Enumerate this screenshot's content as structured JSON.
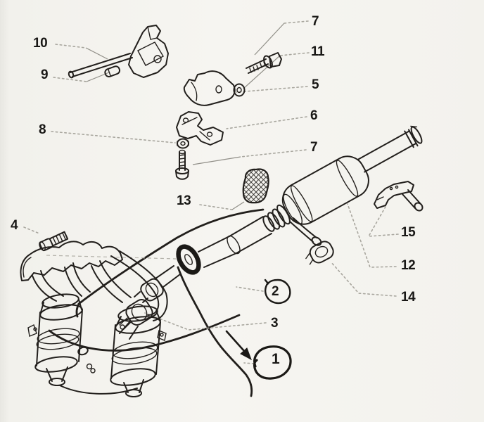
{
  "figure": {
    "palette": {
      "paper": "#f4f3ee",
      "ink": "#221f1c",
      "leader": "#a8a69e"
    },
    "callouts": [
      {
        "num": "10",
        "circled": false
      },
      {
        "num": "9",
        "circled": false
      },
      {
        "num": "8",
        "circled": false
      },
      {
        "num": "7",
        "circled": false
      },
      {
        "num": "11",
        "circled": false
      },
      {
        "num": "5",
        "circled": false
      },
      {
        "num": "6",
        "circled": false
      },
      {
        "num": "7",
        "circled": false
      },
      {
        "num": "13",
        "circled": false
      },
      {
        "num": "4",
        "circled": false
      },
      {
        "num": "15",
        "circled": false
      },
      {
        "num": "12",
        "circled": false
      },
      {
        "num": "14",
        "circled": false
      },
      {
        "num": "2",
        "circled": true
      },
      {
        "num": "3",
        "circled": false
      },
      {
        "num": "1",
        "circled": true
      }
    ]
  }
}
